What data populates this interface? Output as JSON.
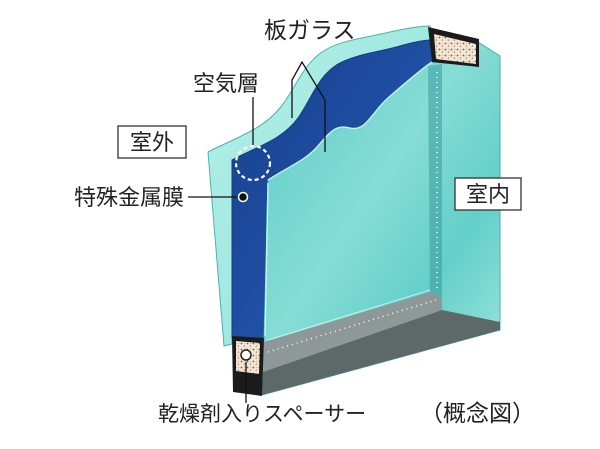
{
  "labels": {
    "flat_glass": "板ガラス",
    "air_layer": "空気層",
    "outdoor": "室外",
    "special_metal_film": "特殊金属膜",
    "indoor": "室内",
    "desiccant_spacer": "乾燥剤入りスペーサー",
    "caption": "（概念図）"
  },
  "colors": {
    "glass_aqua": "#8fe2d8",
    "coating_blue": "#1f4ea2",
    "front_glass_teal": "#5ccbc7",
    "spacer_frame_gray": "#8e9898",
    "spacer_black": "#1b1b1b"
  }
}
